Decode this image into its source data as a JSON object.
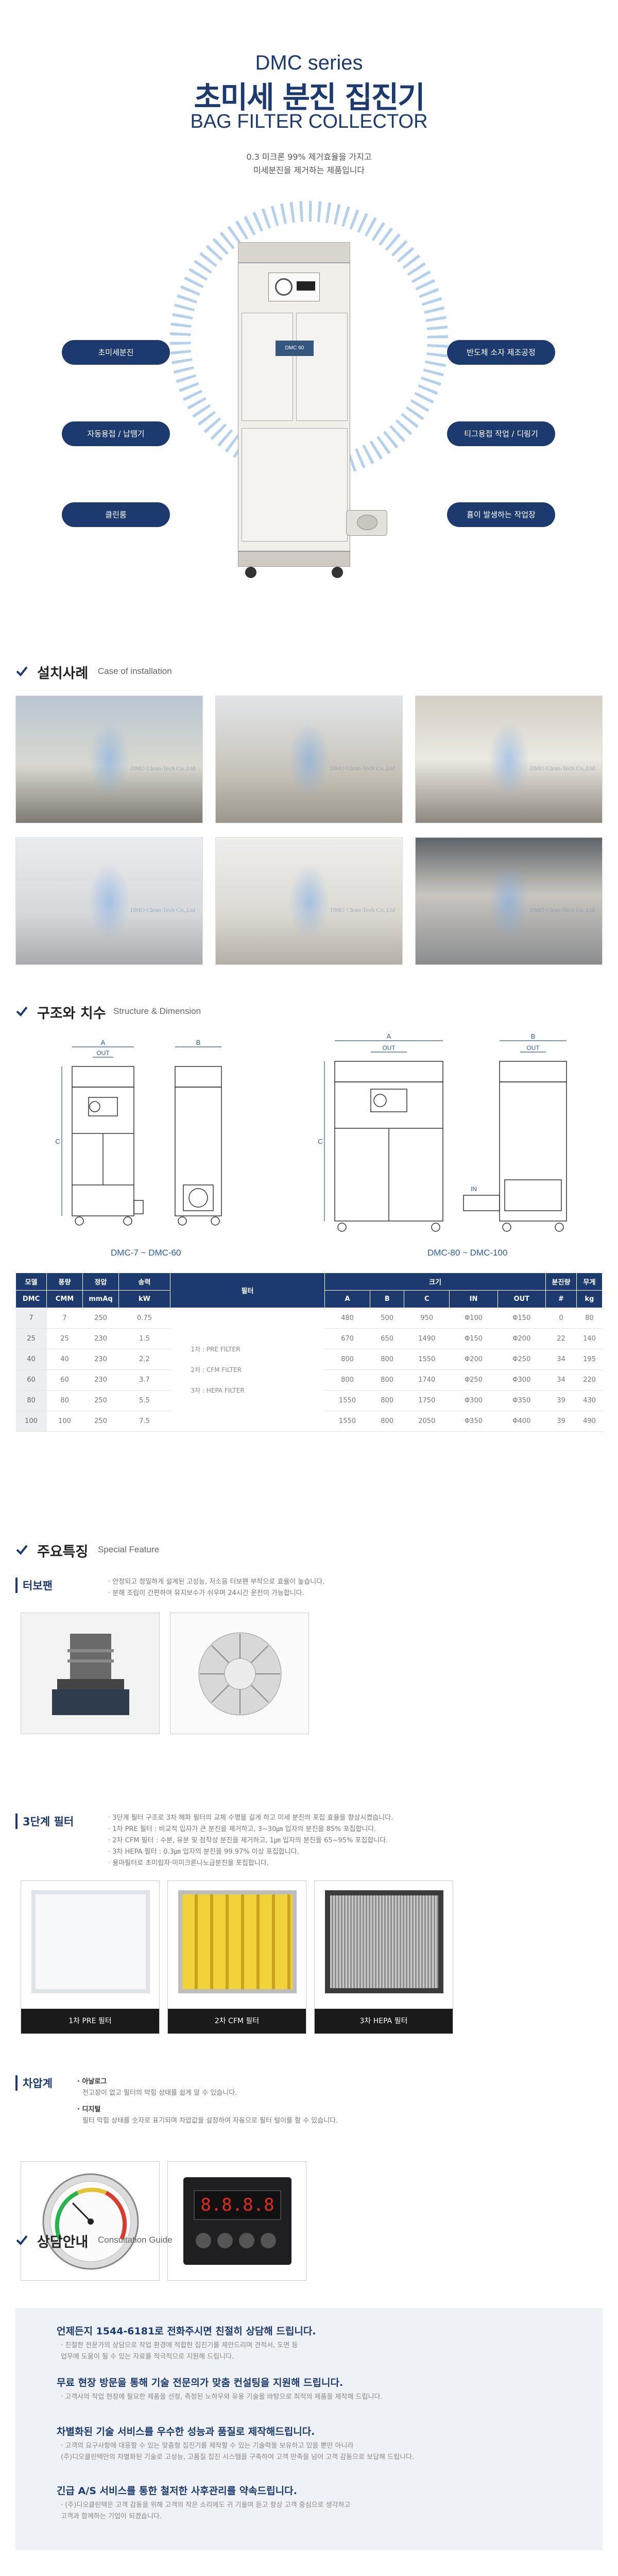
{
  "hero": {
    "series": "DMC series",
    "title_kr": "초미세 분진 집진기",
    "title_en": "BAG FILTER COLLECTOR",
    "desc_line1": "0.3 미크론 99% 제거효율을 가지고",
    "desc_line2": "미세분진을 제거하는 제품입니다",
    "machine_label": "DMC 60",
    "pills": [
      "초미세분진",
      "자동용접 / 납땜기",
      "클린룸",
      "반도체 소자 제조공정",
      "티그용접 작업 / 디링기",
      "흄이 발생하는 작업장"
    ]
  },
  "install": {
    "title_kr": "설치사례",
    "title_en": "Case of installation",
    "watermark": "DMO Clean-Tech Co.,Ltd"
  },
  "structure": {
    "title_kr": "구조와 치수",
    "title_en": "Structure & Dimension",
    "caption_left": "DMC-7 ~ DMC-60",
    "caption_right": "DMC-80 ~ DMC-100",
    "dims": {
      "a": "A",
      "b": "B",
      "c": "C",
      "out": "OUT",
      "in": "IN"
    }
  },
  "spec": {
    "headers": {
      "model": "모델",
      "flow": "풍량",
      "pressure": "정압",
      "power": "송력",
      "filter": "필터",
      "size": "크기",
      "bags": "분진량",
      "weight": "무게"
    },
    "units": {
      "model": "DMC",
      "flow": "CMM",
      "pressure": "mmAq",
      "power": "kW",
      "a": "A",
      "b": "B",
      "c": "C",
      "in": "IN",
      "out": "OUT",
      "count": "#",
      "kg": "kg"
    },
    "filter_lines": [
      "1차 : PRE FILTER",
      "2차 : CFM FILTER",
      "3차 : HEPA FILTER"
    ],
    "rows": [
      [
        "7",
        "7",
        "250",
        "0.75",
        "480",
        "500",
        "950",
        "Φ100",
        "Φ150",
        "0",
        "80"
      ],
      [
        "25",
        "25",
        "230",
        "1.5",
        "670",
        "650",
        "1490",
        "Φ150",
        "Φ200",
        "22",
        "140"
      ],
      [
        "40",
        "40",
        "230",
        "2.2",
        "800",
        "800",
        "1550",
        "Φ200",
        "Φ250",
        "34",
        "195"
      ],
      [
        "60",
        "60",
        "230",
        "3.7",
        "800",
        "800",
        "1740",
        "Φ250",
        "Φ300",
        "34",
        "220"
      ],
      [
        "80",
        "80",
        "250",
        "5.5",
        "1550",
        "800",
        "1750",
        "Φ300",
        "Φ350",
        "39",
        "430"
      ],
      [
        "100",
        "100",
        "250",
        "7.5",
        "1550",
        "800",
        "2050",
        "Φ350",
        "Φ400",
        "39",
        "490"
      ]
    ]
  },
  "features": {
    "title_kr": "주요특징",
    "title_en": "Special Feature",
    "turbo": {
      "tag": "터보팬",
      "lines": [
        "· 안정되고 정밀하게 설계된 고성능, 저소음 터보팬 부착으로 효율이 높습니다.",
        "· 분해 조립이 간편하여 유지보수가 쉬우며 24시간 운전이 가능합니다."
      ]
    },
    "filter3": {
      "tag": "3단계 필터",
      "lines": [
        "· 3단계 필터 구조로 3차 헤파 필터의 교체 수명을 길게 하고 미세 분진의 포집 효율을 향상시켰습니다.",
        "· 1차 PRE 필터 : 비교적 입자가 큰 분진을 제거하고, 3~30㎛ 입자의 분진을 85% 포집합니다.",
        "· 2차 CFM 필터 : 수분, 유분 및 점착성 분진을 제거하고, 1㎛ 입자의 분진을 65~95% 포집합니다.",
        "· 3차 HEPA 필터 : 0.3㎛ 입자의 분진을 99.97% 이상 포집합니다.",
        "· 용마필터로 초미립자·미미크론나노급분진을 포집합니다."
      ],
      "captions": [
        "1차 PRE 필터",
        "2차 CFM 필터",
        "3차 HEPA 필터"
      ]
    },
    "gauge": {
      "tag": "차압계",
      "analog_title": "· 아날로그",
      "analog_text": "전고장이 없고 필터의 막힘 상태를 쉽게 알 수 있습니다.",
      "digital_title": "· 디지털",
      "digital_text": "필터 막힘 상태를 숫자로 표기되며 차압값을 설정하여 자동으로 필터 털이를 할 수 있습니다.",
      "display_value": "8.8.8.8"
    }
  },
  "consult": {
    "title_kr": "상담안내",
    "title_en": "Consultation Guide",
    "blocks": [
      {
        "title": "언제든지 1544-6181로 전화주시면 친절히 상담해 드립니다.",
        "lines": [
          "· 친절한 전문가의 상담으로 작업 환경에 적합한 집진기를 제안드리며 견적서, 도면 등",
          "  업무에 도움이 될 수 있는 자료를 적극적으로 지원해 드립니다."
        ]
      },
      {
        "title": "무료 현장 방문을 통해 기술 전문의가 맞춤 컨설팅을 지원해 드립니다.",
        "lines": [
          "· 고객사의 작업 현장에 필요한 제품을 선정, 측정된 노하우와 유용 기술을 바탕으로 최적의 제품을 제작해 드립니다."
        ]
      },
      {
        "title": "차별화된 기술 서비스를 우수한 성능과 품질로 제작해드립니다.",
        "lines": [
          "· 고객의 요구사항에 대응할 수 있는 맞춤형 집진기를 제작할 수 있는 기술력을 보유하고 있을 뿐만 아니라",
          "  (주)디오클린텍만의 차별화된 기술로 고성능, 고품질 집진 시스템을 구축하여 고객 만족을 넘어 고객 감동으로 보답해 드립니다."
        ]
      },
      {
        "title": "긴급 A/S 서비스를 통한 철저한 사후관리를 약속드립니다.",
        "lines": [
          "· (주)디오클린텍은 고객 감동을 위해 고객의 작은 소리에도 귀 기울여 듣고 항상 고객 중심으로 생각하고",
          "  고객과 함께하는 기업이 되겠습니다."
        ]
      }
    ]
  },
  "colors": {
    "navy": "#1d3a6e",
    "blue": "#2d5a9c"
  }
}
